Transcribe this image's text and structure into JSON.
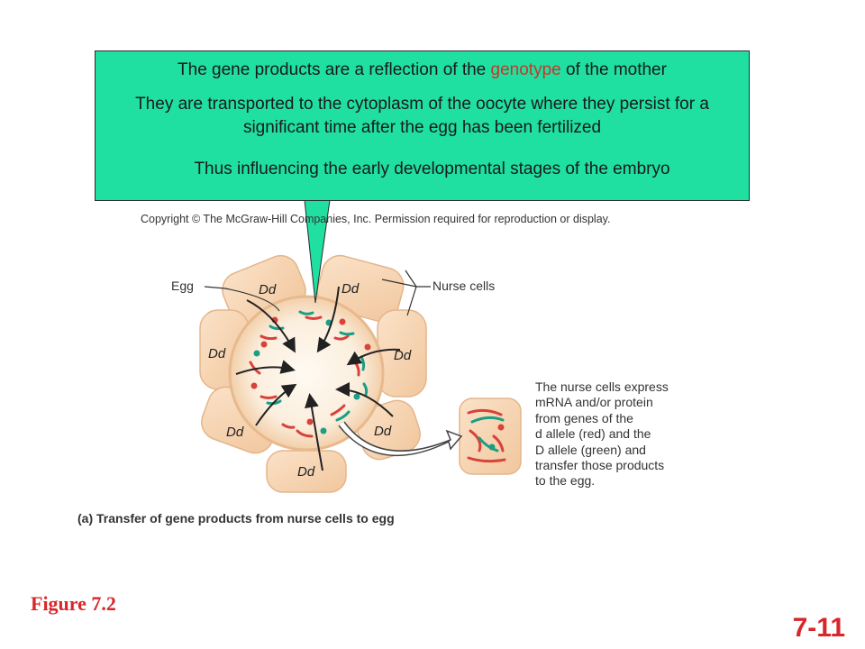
{
  "callout": {
    "line1_a": "The gene products are a reflection of the ",
    "line1_hl": "genotype",
    "line1_b": " of the mother",
    "line2": "They are transported to the cytoplasm of the oocyte where they persist for a significant time after the egg has been fertilized",
    "line3": "Thus influencing the early developmental stages of the embryo",
    "highlight_color": "#c7362b",
    "background_color": "#1fe0a0"
  },
  "copyright": "Copyright © The McGraw-Hill Companies, Inc. Permission required for reproduction or display.",
  "labels": {
    "egg": "Egg",
    "nurse_cells": "Nurse cells",
    "genotype": "Dd"
  },
  "nurse_note": [
    "The nurse cells express",
    "mRNA and/or protein",
    "from genes of the",
    "d allele (red) and the",
    "D allele (green) and",
    "transfer those products",
    "to the egg."
  ],
  "caption": "(a) Transfer of gene products from nurse cells to egg",
  "figure_label": "Figure 7.2",
  "slide_number": "7-11",
  "colors": {
    "d_allele": "#d8423a",
    "D_allele": "#1a9e86",
    "cell_fill": "#f6d5b7",
    "egg_fill": "#fbebd6"
  }
}
